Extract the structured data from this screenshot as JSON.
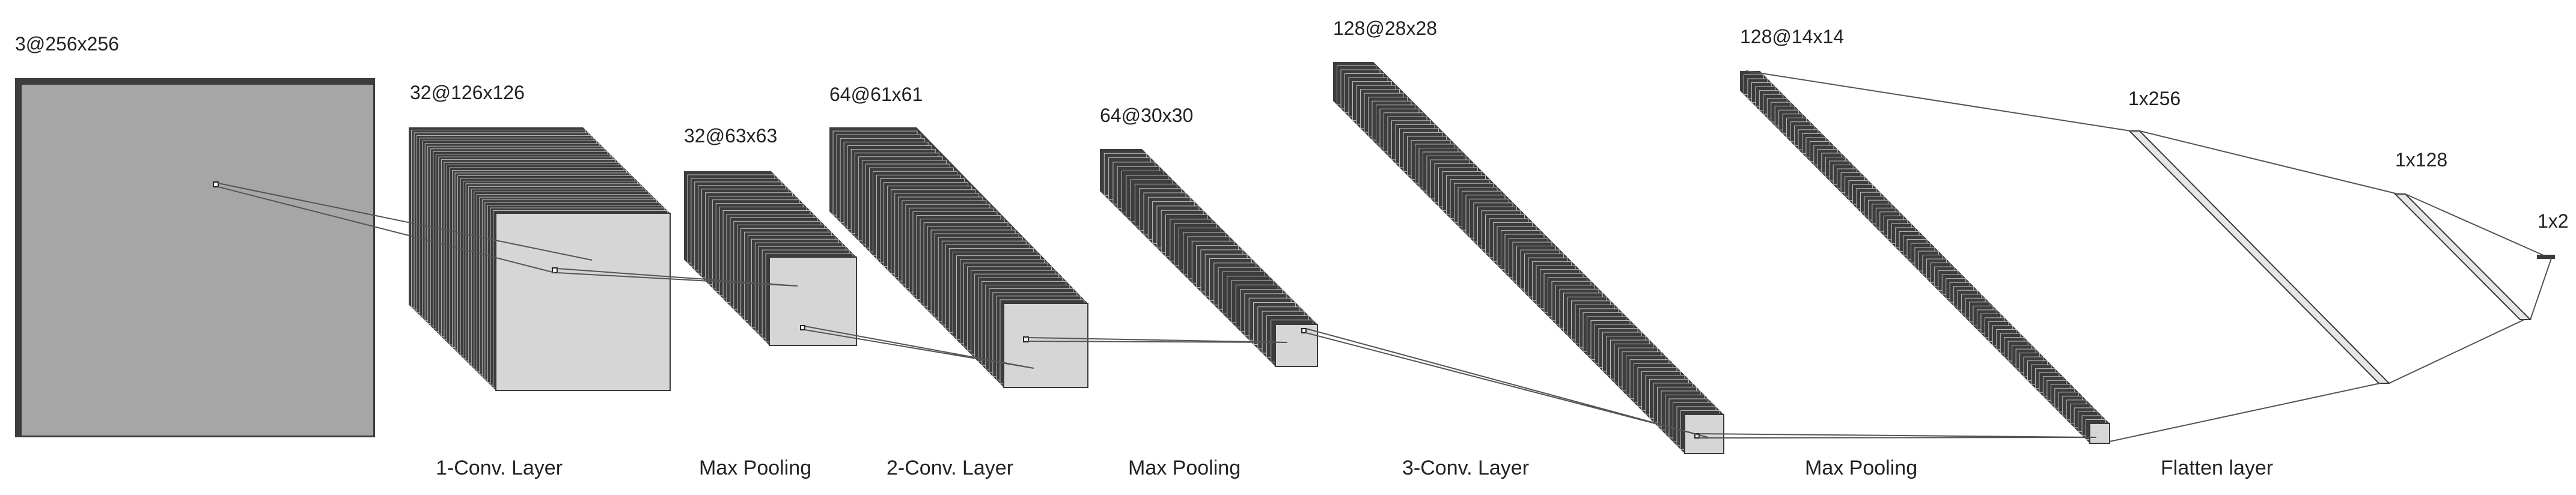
{
  "layers": [
    {
      "dims": "3@256x256"
    },
    {
      "dims": "32@126x126",
      "caption": "1-Conv. Layer"
    },
    {
      "dims": "32@63x63",
      "caption": "Max Pooling"
    },
    {
      "dims": "64@61x61",
      "caption": "2-Conv. Layer"
    },
    {
      "dims": "64@30x30",
      "caption": "Max Pooling"
    },
    {
      "dims": "128@28x28",
      "caption": "3-Conv. Layer"
    },
    {
      "dims": "128@14x14",
      "caption": "Max Pooling"
    },
    {
      "dims": "1x256",
      "caption": "Flatten layer"
    },
    {
      "dims": "1x128"
    },
    {
      "dims": "1x2"
    }
  ],
  "colors": {
    "input_face": "#a6a6a6",
    "stack_face": "#d6d6d6",
    "stack_slice": "#3d3d3d",
    "stack_edge": "#bdbdbd",
    "stroke": "#3a3a3a",
    "connector": "#555555",
    "dense_face": "#e6e6e6"
  }
}
